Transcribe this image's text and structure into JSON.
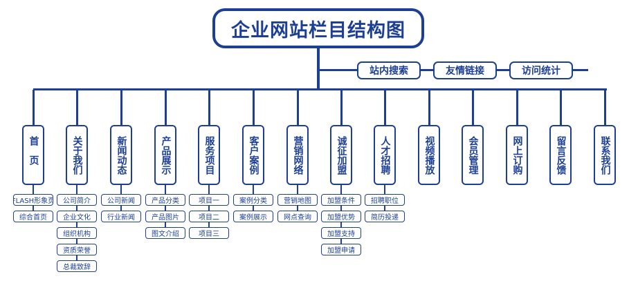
{
  "title": "企业网站栏目结构图",
  "utilities": [
    "站内搜索",
    "友情链接",
    "访问统计"
  ],
  "colors": {
    "primary": "#1c3f94",
    "background": "#ffffff"
  },
  "categories": [
    {
      "label": "首页",
      "children": [
        "FLASH形象页",
        "综合首页"
      ]
    },
    {
      "label": "关于我们",
      "children": [
        "公司简介",
        "企业文化",
        "组织机构",
        "资质荣誉",
        "总裁致辞"
      ]
    },
    {
      "label": "新闻动态",
      "children": [
        "公司新闻",
        "行业新闻"
      ]
    },
    {
      "label": "产品展示",
      "children": [
        "产品分类",
        "产品图片",
        "图文介绍"
      ]
    },
    {
      "label": "服务项目",
      "children": [
        "项目一",
        "项目二",
        "项目三"
      ]
    },
    {
      "label": "客户案例",
      "children": [
        "案例分类",
        "案例展示"
      ]
    },
    {
      "label": "营销网络",
      "children": [
        "营销地图",
        "网点查询"
      ]
    },
    {
      "label": "诚征加盟",
      "children": [
        "加盟条件",
        "加盟优势",
        "加盟支持",
        "加盟申请"
      ]
    },
    {
      "label": "人才招聘",
      "children": [
        "招聘职位",
        "简历投递"
      ]
    },
    {
      "label": "视频播放",
      "children": []
    },
    {
      "label": "会员管理",
      "children": []
    },
    {
      "label": "网上订购",
      "children": []
    },
    {
      "label": "留言反馈",
      "children": []
    },
    {
      "label": "联系我们",
      "children": []
    }
  ]
}
